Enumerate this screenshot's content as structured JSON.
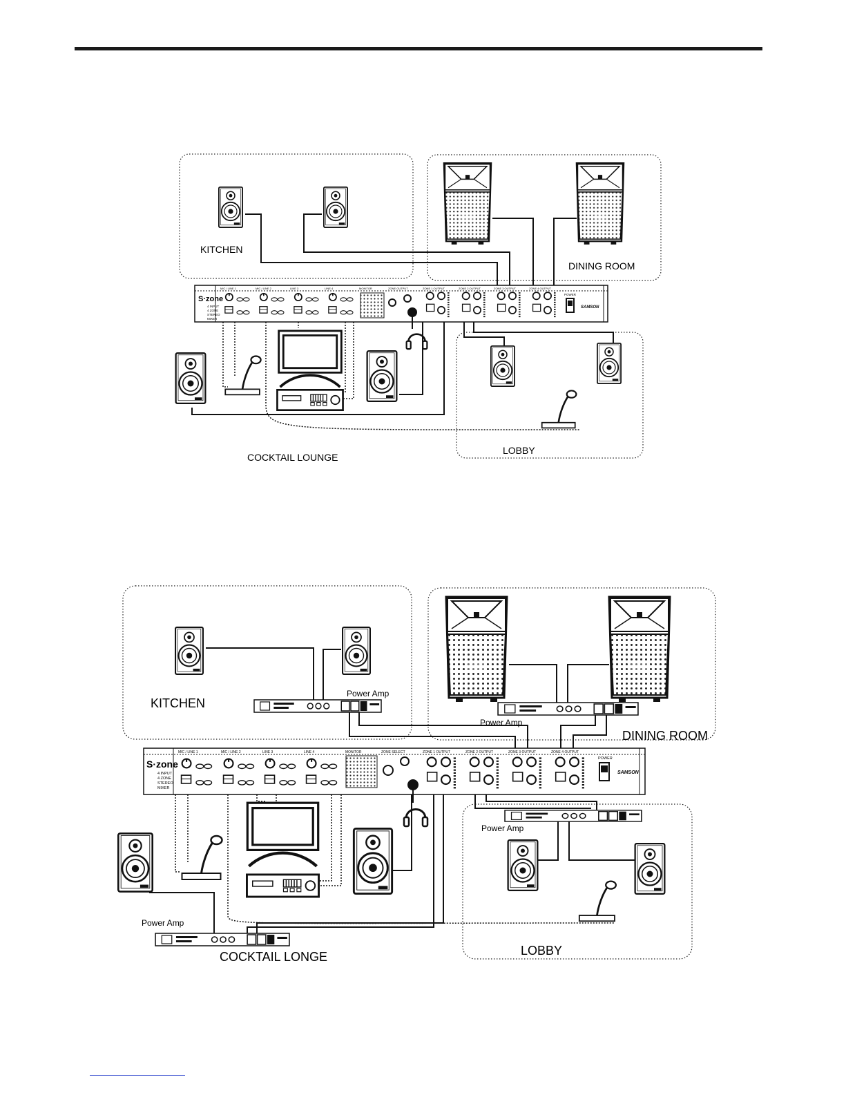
{
  "diagram1": {
    "zones": {
      "kitchen": "KITCHEN",
      "dining": "DINING ROOM",
      "lobby": "LOBBY",
      "lounge": "COCKTAIL LOUNGE"
    },
    "mixer": {
      "brand": "S·zone",
      "desc": [
        "4 INPUT",
        "4 ZONE",
        "STEREO",
        "MIXER"
      ],
      "power": "POWER",
      "maker": "SAMSON",
      "sections": [
        "MIC / LINE 1",
        "MIC / LINE 2",
        "LINE 3",
        "LINE 4",
        "MONITOR",
        "ZONE OUTPUT",
        "ZONE 1 OUTPUT",
        "ZONE 2 OUTPUT",
        "ZONE 3 OUTPUT",
        "ZONE 4 OUTPUT"
      ]
    }
  },
  "diagram2": {
    "zones": {
      "kitchen": "KITCHEN",
      "dining": "DINING ROOM",
      "lobby": "LOBBY",
      "lounge": "COCKTAIL LONGE"
    },
    "amp_label": "Power Amp",
    "mixer": {
      "brand": "S·zone",
      "desc": [
        "4 INPUT",
        "4 ZONE",
        "STEREO",
        "MIXER"
      ],
      "power": "POWER",
      "maker": "SAMSON",
      "sections": [
        "MIC / LINE 1",
        "MIC / LINE 2",
        "LINE 3",
        "LINE 4",
        "MONITOR",
        "ZONE SELECT",
        "ZONE 1 OUTPUT",
        "ZONE 2 OUTPUT",
        "ZONE 3 OUTPUT",
        "ZONE 4 OUTPUT"
      ]
    }
  },
  "icons": [
    "studio-monitor-icon",
    "pa-speaker-icon",
    "microphone-icon",
    "headphones-icon",
    "tv-icon",
    "receiver-icon",
    "power-amp-icon"
  ]
}
